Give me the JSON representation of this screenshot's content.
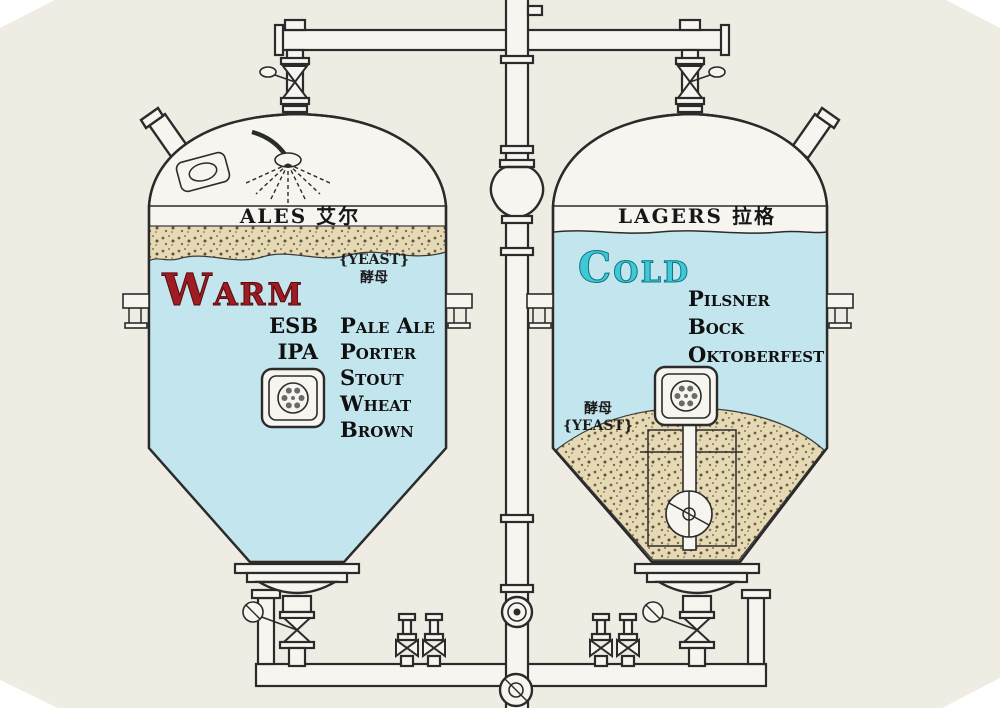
{
  "colors": {
    "background": "#efece4",
    "liquid": "#c3e6ee",
    "line": "#2b2b2b",
    "warm": "#9f1c22",
    "cold": "#3fc8d6",
    "yeast_speckle": "#e6dab6"
  },
  "ale_tank": {
    "header": "ALES  艾尔",
    "temperature": "Warm",
    "yeast_en": "{YEAST}",
    "yeast_cn": "酵母",
    "styles_left": [
      "ESB",
      "IPA"
    ],
    "styles_right": [
      "Pale Ale",
      "Porter",
      "Stout",
      "Wheat",
      "Brown"
    ]
  },
  "lager_tank": {
    "header": "LAGERS  拉格",
    "temperature": "Cold",
    "yeast_cn": "酵母",
    "yeast_en": "{YEAST}",
    "styles": [
      "Pilsner",
      "Bock",
      "Oktoberfest"
    ]
  }
}
